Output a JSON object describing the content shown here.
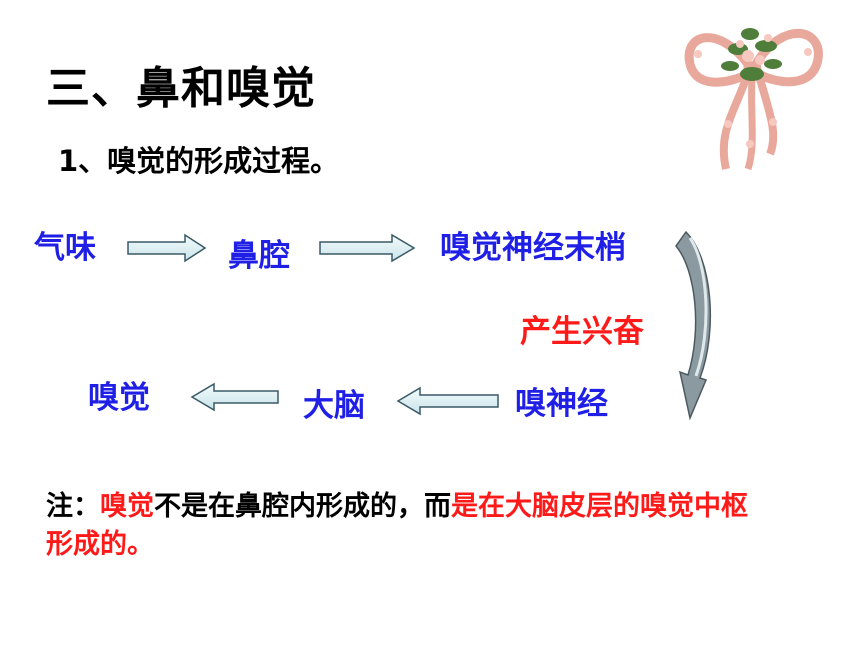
{
  "title": "三、鼻和嗅觉",
  "subtitle": "1、嗅觉的形成过程。",
  "flow": {
    "qiwei": "气味",
    "biqiang": "鼻腔",
    "moshao": "嗅觉神经末梢",
    "xingfen": "产生兴奋",
    "xiushenjing": "嗅神经",
    "danao": "大脑",
    "xiujue": "嗅觉"
  },
  "note": {
    "label": "注：",
    "part1": "嗅觉",
    "part2": "不是在鼻腔内形成的，而",
    "part3": "是在大脑皮层的嗅觉中枢形成的。"
  },
  "colors": {
    "node_blue": "#1f1fe6",
    "highlight_red": "#ff1a1a",
    "arrow_fill": "#d8eef2",
    "arrow_stroke": "#3a5a66"
  },
  "decoration": "flower-bow-icon"
}
